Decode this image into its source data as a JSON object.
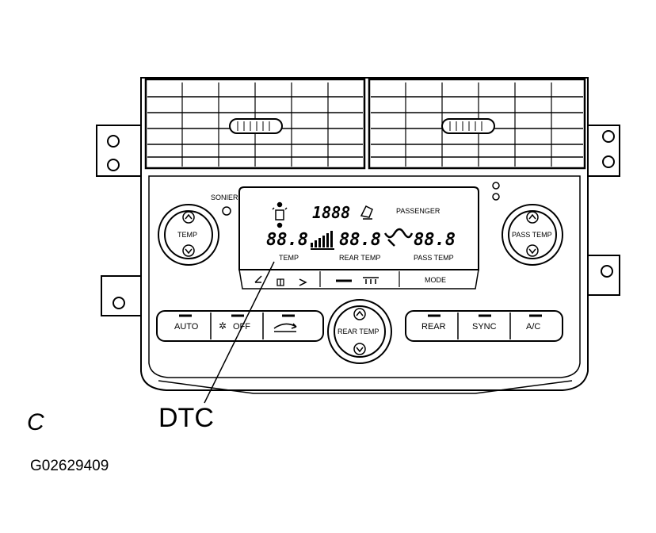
{
  "panel": {
    "sonier_label": "SONIER",
    "passenger_label": "PASSENGER",
    "display_clock": "1888",
    "display_driver_temp": "88.8",
    "display_rear_temp": "88.8",
    "display_pass_temp": "88.8",
    "temp_label": "TEMP",
    "rear_temp_label": "REAR TEMP",
    "pass_temp_label": "PASS TEMP",
    "mode_label": "MODE",
    "knob_left_label": "TEMP",
    "knob_right_label": "PASS TEMP",
    "knob_center_label": "REAR TEMP",
    "buttons": {
      "auto": "AUTO",
      "off": "OFF",
      "rear": "REAR",
      "sync": "SYNC",
      "ac": "A/C"
    }
  },
  "callout": {
    "label": "DTC"
  },
  "view_letter": "C",
  "figure_id": "G02629409"
}
